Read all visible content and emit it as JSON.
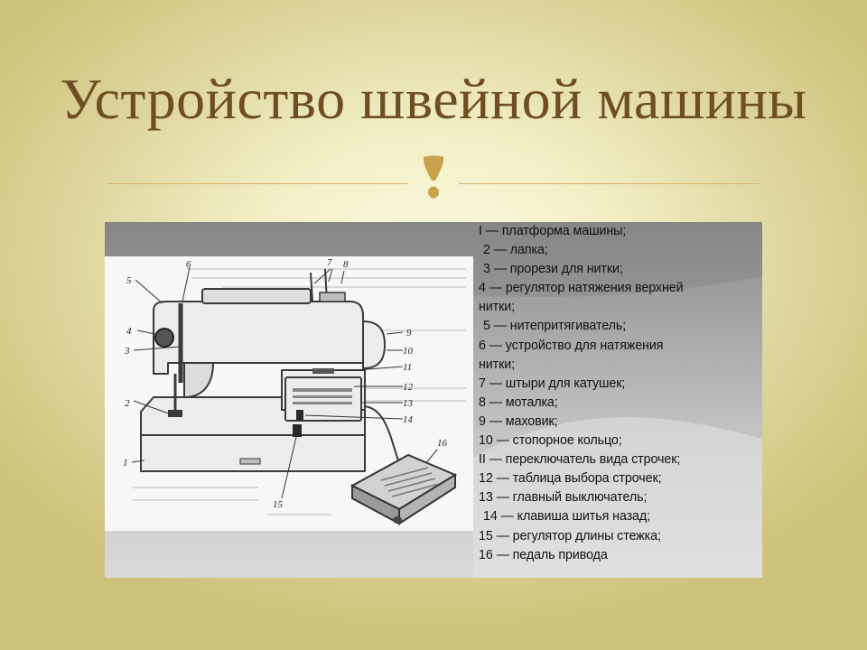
{
  "slide": {
    "title": "Устройство швейной машины",
    "colors": {
      "title": "#6f4f22",
      "accent": "#d9b26a",
      "icon": "#c9a24e"
    },
    "divider_icon": "ornament-icon"
  },
  "figure": {
    "callout_numbers": [
      "1",
      "2",
      "3",
      "4",
      "5",
      "6",
      "7",
      "8",
      "9",
      "10",
      "11",
      "12",
      "13",
      "14",
      "15",
      "16"
    ],
    "legend": [
      {
        "text": "I — платформа машины;",
        "indent": false
      },
      {
        "text": "2 — лапка;",
        "indent": true
      },
      {
        "text": "3 — прорези для нитки;",
        "indent": true
      },
      {
        "text": "4 — регулятор натяжения верхней",
        "indent": false
      },
      {
        "text": "нитки;",
        "indent": false
      },
      {
        "text": "5 — нитепритягиватель;",
        "indent": true
      },
      {
        "text": "6 — устройство для натяжения",
        "indent": false
      },
      {
        "text": "нитки;",
        "indent": false
      },
      {
        "text": "7 — штыри для катушек;",
        "indent": false
      },
      {
        "text": "8 — моталка;",
        "indent": false
      },
      {
        "text": "9 — маховик;",
        "indent": false
      },
      {
        "text": "10 — стопорное кольцо;",
        "indent": false
      },
      {
        "text": "II — переключатель вида строчек;",
        "indent": false
      },
      {
        "text": "12 — таблица выбора строчек;",
        "indent": false
      },
      {
        "text": "13 — главный выключатель;",
        "indent": false
      },
      {
        "text": "14 — клавиша шитья назад;",
        "indent": true
      },
      {
        "text": "15 — регулятор длины стежка;",
        "indent": false
      },
      {
        "text": "16 — педаль привода",
        "indent": false
      }
    ]
  }
}
